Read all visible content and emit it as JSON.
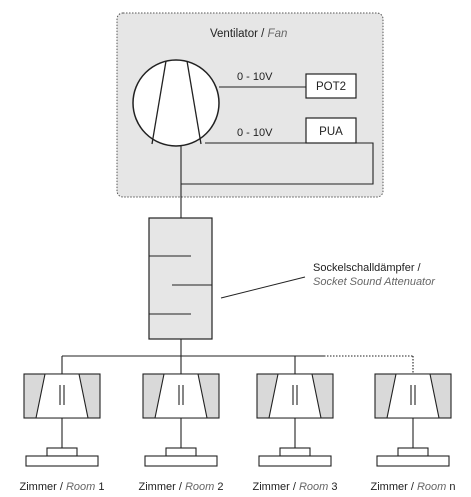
{
  "fan_box": {
    "title_de": "Ventilator",
    "title_sep": " / ",
    "title_en": "Fan"
  },
  "signals": {
    "pot2_voltage": "0 - 10V",
    "pua_voltage": "0 - 10V"
  },
  "devices": {
    "pot2": "POT2",
    "pua": "PUA"
  },
  "attenuator": {
    "label_de": "Sockelschalldämpfer /",
    "label_en": "Socket Sound Attenuator"
  },
  "rooms": [
    {
      "de": "Zimmer / ",
      "en": "Room",
      "num": " 1"
    },
    {
      "de": "Zimmer / ",
      "en": "Room",
      "num": " 2"
    },
    {
      "de": "Zimmer / ",
      "en": "Room",
      "num": " 3"
    },
    {
      "de": "Zimmer / ",
      "en": "Room",
      "num": " n"
    }
  ],
  "colors": {
    "fan_box_fill": "#e6e6e6",
    "terminal_fill": "#d9d9d9",
    "line": "#222222"
  }
}
